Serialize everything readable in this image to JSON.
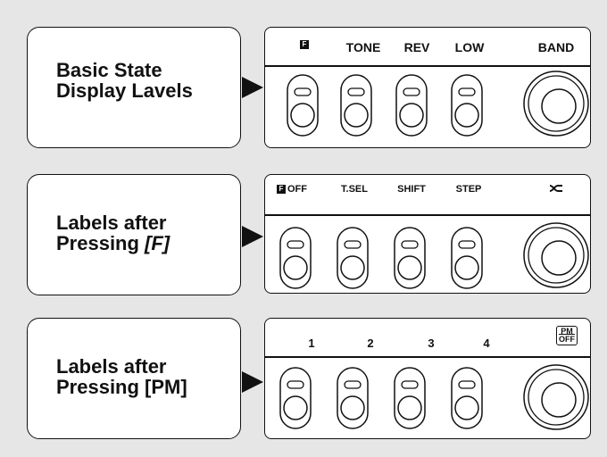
{
  "rows": [
    {
      "caption_line1": "Basic State",
      "caption_line2_pre": "Display Lavels",
      "caption_line2_em": "",
      "labels": [
        "F",
        "TONE",
        "REV",
        "LOW",
        "BAND"
      ]
    },
    {
      "caption_line1": "Labels after",
      "caption_line2_pre": "Pressing ",
      "caption_line2_em": "[F]",
      "labels": [
        "OFF",
        "T.SEL",
        "SHIFT",
        "STEP",
        "dual-arrow-symbol"
      ]
    },
    {
      "caption_line1": "Labels after",
      "caption_line2_pre": "Pressing [PM]",
      "caption_line2_em": "",
      "labels": [
        "1",
        "2",
        "3",
        "4"
      ],
      "pm_box_top": "PM",
      "pm_box_bottom": "OFF"
    }
  ],
  "f_key_glyph": "F"
}
